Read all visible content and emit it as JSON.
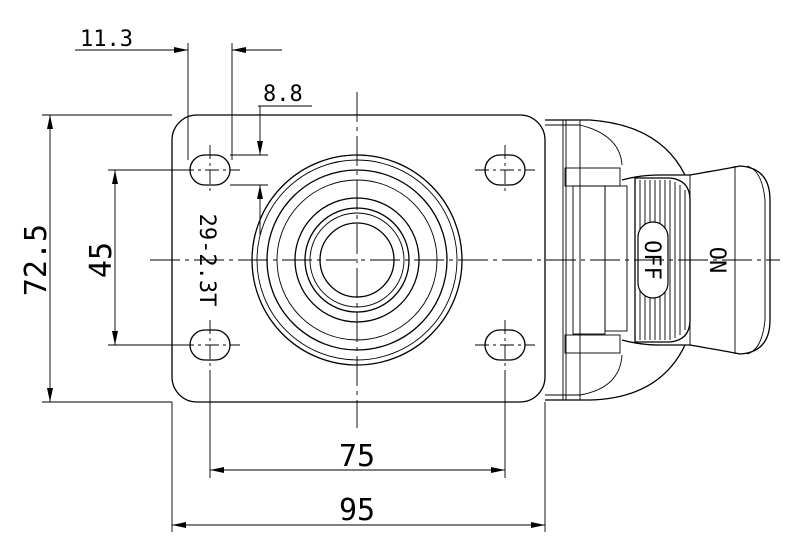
{
  "drawing": {
    "dimensions": {
      "hole_spacing_x_offset": "11.3",
      "slot_offset": "8.8",
      "plate_height": "72.5",
      "hole_spacing_y": "45",
      "hole_spacing_x": "75",
      "plate_width": "95"
    },
    "part_code": "29-2.3T",
    "brake_labels": {
      "off": "OFF",
      "on": "ON"
    }
  }
}
